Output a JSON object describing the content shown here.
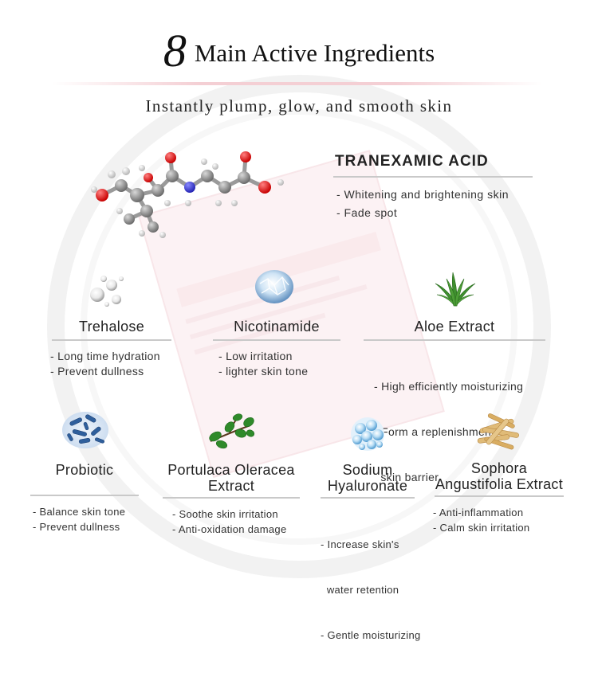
{
  "header": {
    "number": "8",
    "title": "Main Active Ingredients",
    "subtitle": "Instantly plump, glow, and smooth skin"
  },
  "hero": {
    "name": "TRANEXAMIC ACID",
    "benefits": [
      "- Whitening and brightening skin",
      "- Fade spot"
    ],
    "icon": "molecule-model-icon"
  },
  "row1": [
    {
      "name": "Trehalose",
      "benefits": [
        "- Long time hydration",
        "- Prevent dullness"
      ],
      "icon": "water-droplets-icon"
    },
    {
      "name": "Nicotinamide",
      "benefits": [
        "- Low irritation",
        "- lighter skin tone"
      ],
      "icon": "crystal-icon"
    },
    {
      "name": "Aloe Extract",
      "benefits": [
        "- High efficiently moisturizing",
        "- Form a replenishment",
        "  skin barrier"
      ],
      "icon": "aloe-plant-icon"
    }
  ],
  "row2": [
    {
      "name": "Probiotic",
      "benefits": [
        "- Balance skin tone",
        "- Prevent dullness"
      ],
      "icon": "bacteria-icon"
    },
    {
      "name_lines": [
        "Portulaca Oleracea",
        "Extract"
      ],
      "benefits": [
        "- Soothe skin irritation",
        "- Anti-oxidation damage"
      ],
      "icon": "portulaca-leaf-icon"
    },
    {
      "name_lines": [
        "Sodium",
        "Hyaluronate"
      ],
      "benefits": [
        "- Increase skin's",
        "  water retention",
        "- Gentle moisturizing"
      ],
      "icon": "hyaluronate-sphere-icon"
    },
    {
      "name_lines": [
        "Sophora",
        "Angustifolia Extract"
      ],
      "benefits": [
        "- Anti-inflammation",
        "- Calm skin irritation"
      ],
      "icon": "sophora-root-icon"
    }
  ],
  "colors": {
    "accent_pink": "#f4cfd4",
    "divider": "#c9c9c9",
    "text": "#1e1e1e"
  }
}
